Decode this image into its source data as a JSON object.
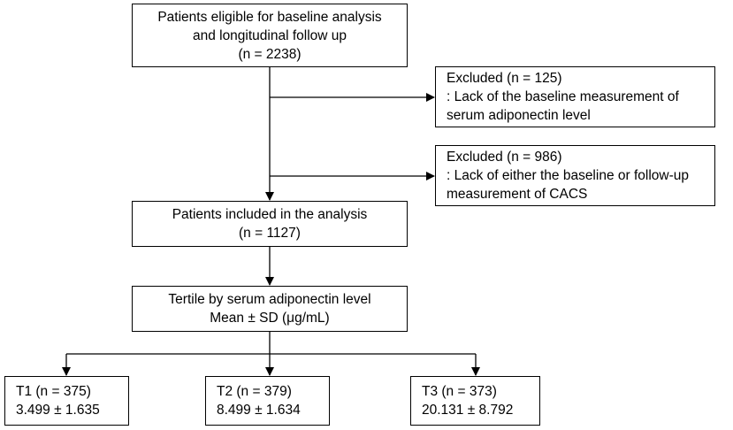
{
  "flowchart": {
    "eligible": {
      "lines": [
        "Patients eligible for baseline analysis",
        "and longitudinal follow up",
        "(n = 2238)"
      ]
    },
    "excluded_1": {
      "lines": [
        "Excluded (n = 125)",
        ": Lack of the baseline measurement of",
        "serum adiponectin level"
      ]
    },
    "excluded_2": {
      "lines": [
        "Excluded (n = 986)",
        ": Lack of either the baseline or follow-up",
        "measurement of CACS"
      ]
    },
    "included": {
      "lines": [
        "Patients included in the analysis",
        "(n = 1127)"
      ]
    },
    "tertile": {
      "lines": [
        "Tertile by serum adiponectin level",
        "Mean ± SD (μg/mL)"
      ]
    },
    "tertiles": [
      {
        "lines": [
          "T1 (n = 375)",
          "3.499 ± 1.635"
        ]
      },
      {
        "lines": [
          "T2 (n = 379)",
          "8.499 ± 1.634"
        ]
      },
      {
        "lines": [
          "T3 (n = 373)",
          "20.131 ± 8.792"
        ]
      }
    ]
  },
  "colors": {
    "stroke": "#000000",
    "background": "#ffffff",
    "text": "#000000"
  }
}
